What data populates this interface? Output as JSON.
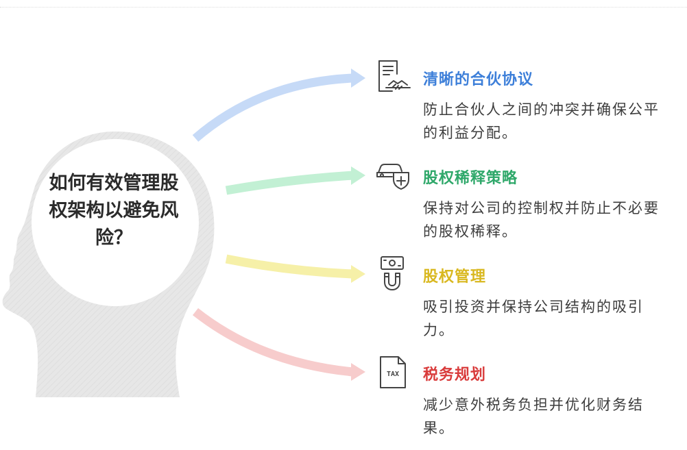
{
  "question": "如何有效管理股权架构以避免风险？",
  "items": [
    {
      "title": "清晰的合伙协议",
      "description": "防止合伙人之间的冲突并确保公平的利益分配。",
      "color": "#3d7fd9",
      "arrow_color": "#c6daf7",
      "icon": "contract-handshake-icon"
    },
    {
      "title": "股权稀释策略",
      "description": "保持对公司的控制权并防止不必要的股权稀释。",
      "color": "#2fa86a",
      "arrow_color": "#c2f0d4",
      "icon": "shield-plus-icon"
    },
    {
      "title": "股权管理",
      "description": "吸引投资并保持公司结构的吸引力。",
      "color": "#d9b820",
      "arrow_color": "#f6f0a8",
      "icon": "money-magnet-icon"
    },
    {
      "title": "税务规划",
      "description": "减少意外税务负担并优化财务结果。",
      "color": "#d93b3b",
      "arrow_color": "#f7cccc",
      "icon": "tax-document-icon"
    }
  ],
  "tax_icon_text": "TAX"
}
